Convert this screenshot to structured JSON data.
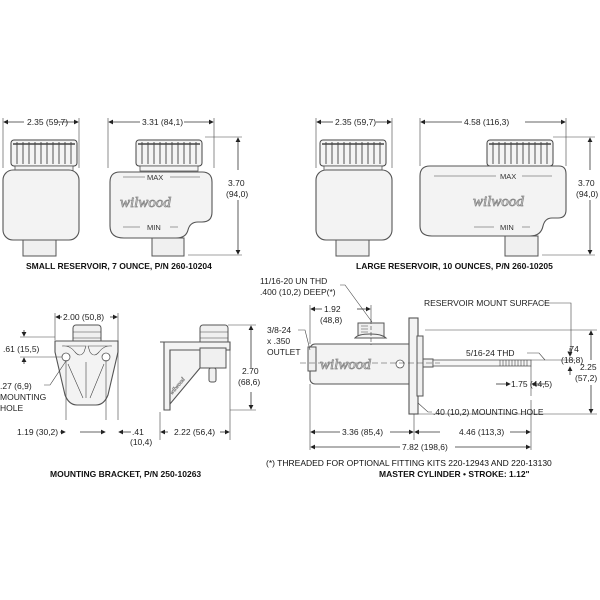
{
  "brand": "wilwood",
  "small_reservoir": {
    "caption": "SMALL RESERVOIR, 7 OUNCE, P/N 260-10204",
    "width_side": "2.35 (59,7)",
    "width_front": "3.31 (84,1)",
    "height_in": "3.70",
    "height_mm": "(94,0)",
    "max_label": "MAX",
    "min_label": "MIN"
  },
  "large_reservoir": {
    "caption": "LARGE RESERVOIR, 10 OUNCES, P/N 260-10205",
    "width_side": "2.35 (59,7)",
    "width_front": "4.58 (116,3)",
    "height_in": "3.70",
    "height_mm": "(94,0)",
    "max_label": "MAX",
    "min_label": "MIN"
  },
  "mounting_bracket": {
    "caption": "MOUNTING BRACKET, P/N 250-10263",
    "width_top": "2.00 (50,8)",
    "hole_offset": ".61 (15,5)",
    "hole_size": ".27 (6,9)",
    "hole_label_1": "MOUNTING",
    "hole_label_2": "HOLE",
    "hole_spacing": "1.19 (30,2)",
    "edge_in": ".41",
    "edge_mm": "(10,4)",
    "side_width": "2.22 (56,4)",
    "height_in": "2.70",
    "height_mm": "(68,6)"
  },
  "master_cylinder": {
    "caption": "MASTER CYLINDER • STROKE: 1.12\"",
    "footnote": "(*) THREADED FOR OPTIONAL FITTING KITS 220-12943 AND 220-13130",
    "port_thread_1": "11/16-20 UN THD",
    "port_thread_2": ".400 (10,2) DEEP(*)",
    "port_offset_in": "1.92",
    "port_offset_mm": "(48,8)",
    "outlet_1": "3/8-24",
    "outlet_2": "x .350",
    "outlet_3": "OUTLET",
    "reservoir_surface": "RESERVOIR MOUNT SURFACE",
    "rod_offset_in": ".74",
    "rod_offset_mm": "(18,8)",
    "rod_thread": "5/16-24 THD",
    "flange_height_in": "2.25",
    "flange_height_mm": "(57,2)",
    "thread_length": "1.75 (44,5)",
    "mounting_hole": ".40 (10,2) MOUNTING HOLE",
    "body_length": "3.36 (85,4)",
    "rod_length": "4.46 (113,3)",
    "overall_length": "7.82 (198,6)"
  }
}
